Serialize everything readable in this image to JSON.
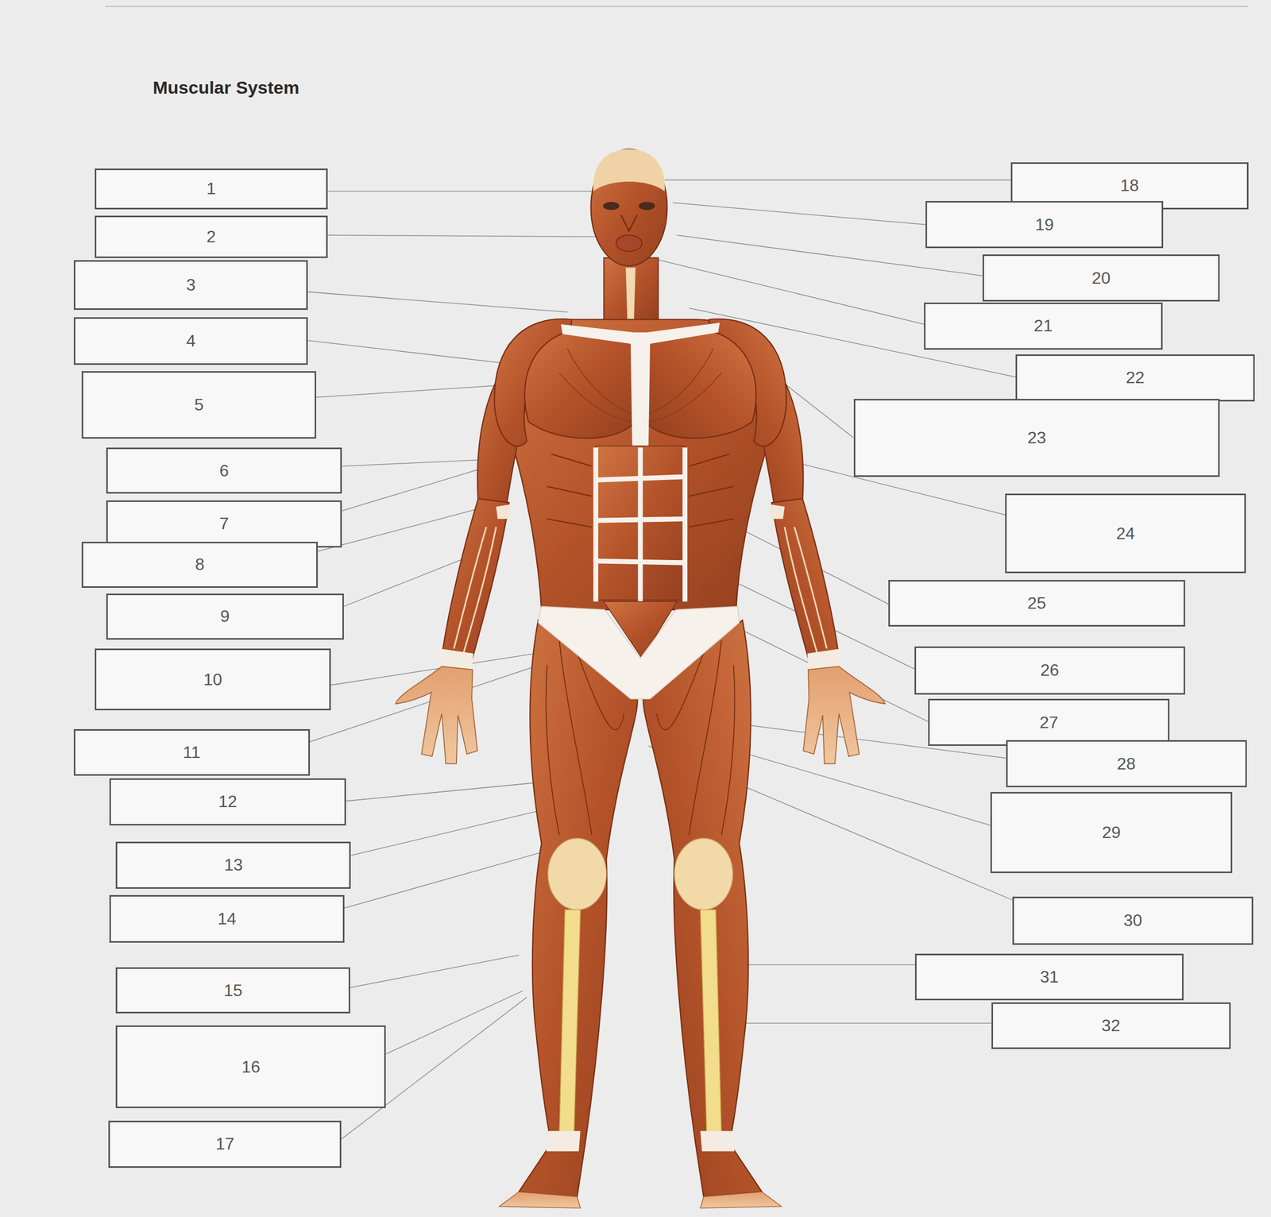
{
  "diagram": {
    "title": "Muscular System",
    "nodes": [
      {
        "text": [
          "1"
        ]
      },
      {
        "text": [
          "2"
        ]
      },
      {
        "text": [
          "3"
        ]
      },
      {
        "text": [
          "4"
        ]
      },
      {
        "text": [
          "5"
        ]
      },
      {
        "text": [
          "6"
        ]
      },
      {
        "text": [
          "7"
        ]
      },
      {
        "text": [
          "8"
        ]
      },
      {
        "text": [
          "9"
        ]
      },
      {
        "text": [
          "10"
        ]
      },
      {
        "text": [
          "11"
        ]
      },
      {
        "text": [
          "12"
        ]
      },
      {
        "text": [
          "13"
        ]
      },
      {
        "text": [
          "14"
        ]
      },
      {
        "text": [
          "15"
        ]
      },
      {
        "text": [
          "16"
        ]
      },
      {
        "text": [
          "17"
        ]
      },
      {
        "text": [
          "18"
        ]
      },
      {
        "text": [
          "19"
        ]
      },
      {
        "text": [
          "20"
        ]
      },
      {
        "text": [
          "21"
        ]
      },
      {
        "text": [
          "22"
        ]
      },
      {
        "text": [
          "23"
        ]
      },
      {
        "text": [
          "24"
        ]
      },
      {
        "text": [
          "25"
        ]
      },
      {
        "text": [
          "26"
        ]
      },
      {
        "text": [
          "27"
        ]
      },
      {
        "text": [
          "28"
        ]
      },
      {
        "text": [
          "29"
        ]
      },
      {
        "text": [
          "30"
        ]
      },
      {
        "text": [
          "31"
        ]
      },
      {
        "text": [
          "32"
        ]
      }
    ],
    "edges": []
  }
}
